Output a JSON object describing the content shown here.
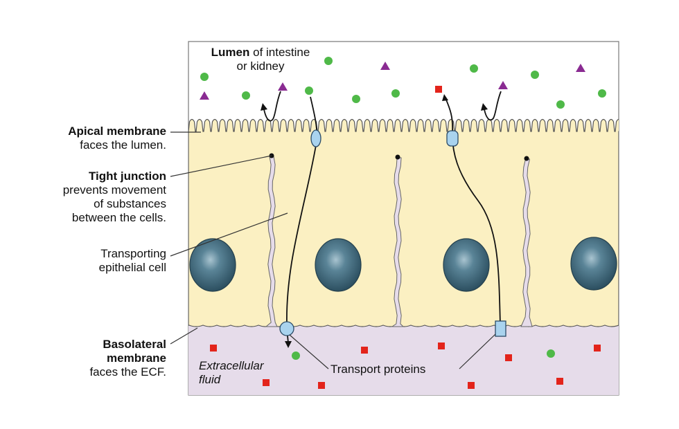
{
  "lumen": {
    "bold": "Lumen",
    "rest": "of intestine",
    "line2": "or kidney"
  },
  "apical": {
    "bold": "Apical membrane",
    "line2": "faces the lumen."
  },
  "tight": {
    "bold": "Tight junction",
    "lines": [
      "prevents movement",
      "of substances",
      "between the cells."
    ]
  },
  "transporting": {
    "lines": [
      "Transporting",
      "epithelial cell"
    ]
  },
  "basolateral": {
    "bold1": "Basolateral",
    "bold2": "membrane",
    "line3": "faces the ECF."
  },
  "ecf": {
    "line1": "Extracellular",
    "line2": "fluid"
  },
  "transport_proteins": "Transport proteins",
  "colors": {
    "cell": "#fbf0c2",
    "ecf": "#e6dcea",
    "nucleus": "#3f6b80",
    "protein": "#a9d3ee",
    "green": "#4fb948",
    "purple": "#8a2b92",
    "red": "#e3241b"
  }
}
